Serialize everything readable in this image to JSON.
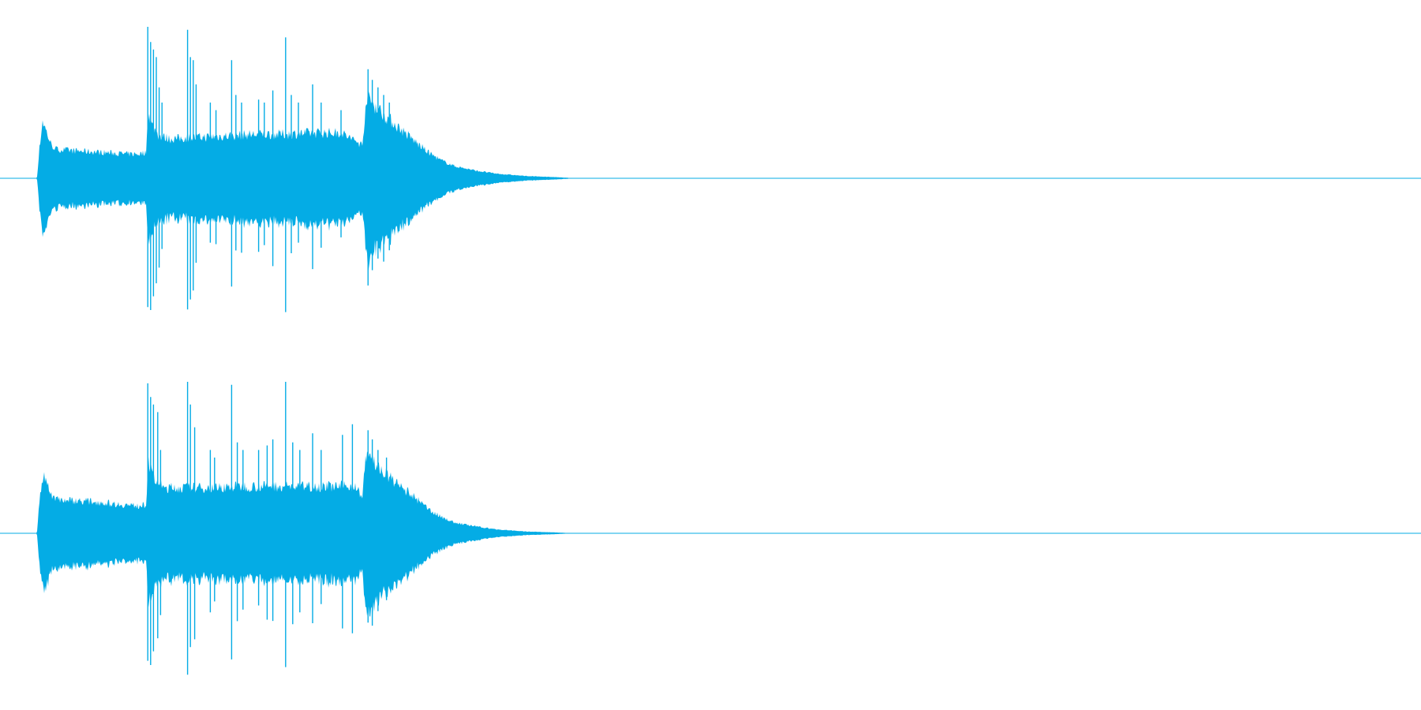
{
  "waveform": {
    "color": "#04ace5",
    "background": "#ffffff",
    "channels": [
      {
        "name": "channel-1",
        "envelope": [
          [
            0.0,
            0.0
          ],
          [
            0.026,
            0.0
          ],
          [
            0.028,
            0.22
          ],
          [
            0.03,
            0.38
          ],
          [
            0.033,
            0.3
          ],
          [
            0.036,
            0.22
          ],
          [
            0.04,
            0.19
          ],
          [
            0.055,
            0.18
          ],
          [
            0.075,
            0.17
          ],
          [
            0.09,
            0.16
          ],
          [
            0.097,
            0.16
          ],
          [
            0.103,
            0.17
          ],
          [
            0.104,
            0.45
          ],
          [
            0.107,
            0.35
          ],
          [
            0.112,
            0.28
          ],
          [
            0.12,
            0.26
          ],
          [
            0.14,
            0.27
          ],
          [
            0.16,
            0.28
          ],
          [
            0.18,
            0.29
          ],
          [
            0.2,
            0.29
          ],
          [
            0.22,
            0.3
          ],
          [
            0.24,
            0.3
          ],
          [
            0.255,
            0.22
          ],
          [
            0.258,
            0.55
          ],
          [
            0.262,
            0.5
          ],
          [
            0.27,
            0.42
          ],
          [
            0.28,
            0.34
          ],
          [
            0.29,
            0.26
          ],
          [
            0.3,
            0.18
          ],
          [
            0.31,
            0.12
          ],
          [
            0.32,
            0.08
          ],
          [
            0.335,
            0.05
          ],
          [
            0.35,
            0.03
          ],
          [
            0.37,
            0.015
          ],
          [
            0.39,
            0.008
          ],
          [
            0.4,
            0.003
          ],
          [
            0.402,
            0.0
          ],
          [
            1.0,
            0.0
          ]
        ],
        "spikes": [
          [
            0.104,
            1.0
          ],
          [
            0.106,
            0.9
          ],
          [
            0.108,
            0.85
          ],
          [
            0.11,
            0.8
          ],
          [
            0.112,
            0.6
          ],
          [
            0.114,
            0.5
          ],
          [
            0.132,
            0.98
          ],
          [
            0.134,
            0.8
          ],
          [
            0.136,
            0.78
          ],
          [
            0.138,
            0.62
          ],
          [
            0.148,
            0.5
          ],
          [
            0.152,
            0.45
          ],
          [
            0.163,
            0.78
          ],
          [
            0.166,
            0.55
          ],
          [
            0.17,
            0.5
          ],
          [
            0.182,
            0.52
          ],
          [
            0.186,
            0.5
          ],
          [
            0.192,
            0.58
          ],
          [
            0.201,
            0.93
          ],
          [
            0.205,
            0.55
          ],
          [
            0.21,
            0.5
          ],
          [
            0.22,
            0.62
          ],
          [
            0.226,
            0.5
          ],
          [
            0.24,
            0.45
          ],
          [
            0.259,
            0.72
          ],
          [
            0.262,
            0.65
          ],
          [
            0.266,
            0.6
          ],
          [
            0.27,
            0.55
          ],
          [
            0.274,
            0.5
          ]
        ]
      },
      {
        "name": "channel-2",
        "envelope": [
          [
            0.0,
            0.0
          ],
          [
            0.026,
            0.0
          ],
          [
            0.028,
            0.24
          ],
          [
            0.031,
            0.4
          ],
          [
            0.034,
            0.3
          ],
          [
            0.037,
            0.24
          ],
          [
            0.045,
            0.22
          ],
          [
            0.065,
            0.21
          ],
          [
            0.085,
            0.19
          ],
          [
            0.097,
            0.18
          ],
          [
            0.103,
            0.19
          ],
          [
            0.104,
            0.5
          ],
          [
            0.108,
            0.36
          ],
          [
            0.115,
            0.3
          ],
          [
            0.13,
            0.3
          ],
          [
            0.15,
            0.3
          ],
          [
            0.17,
            0.31
          ],
          [
            0.19,
            0.31
          ],
          [
            0.21,
            0.31
          ],
          [
            0.23,
            0.31
          ],
          [
            0.25,
            0.31
          ],
          [
            0.255,
            0.24
          ],
          [
            0.258,
            0.55
          ],
          [
            0.262,
            0.48
          ],
          [
            0.27,
            0.4
          ],
          [
            0.28,
            0.32
          ],
          [
            0.29,
            0.25
          ],
          [
            0.3,
            0.17
          ],
          [
            0.31,
            0.11
          ],
          [
            0.32,
            0.07
          ],
          [
            0.335,
            0.045
          ],
          [
            0.35,
            0.025
          ],
          [
            0.37,
            0.012
          ],
          [
            0.39,
            0.006
          ],
          [
            0.4,
            0.002
          ],
          [
            0.401,
            0.0
          ],
          [
            1.0,
            0.0
          ]
        ],
        "spikes": [
          [
            0.104,
            0.99
          ],
          [
            0.106,
            0.9
          ],
          [
            0.108,
            0.85
          ],
          [
            0.111,
            0.8
          ],
          [
            0.113,
            0.55
          ],
          [
            0.132,
            1.0
          ],
          [
            0.134,
            0.85
          ],
          [
            0.137,
            0.7
          ],
          [
            0.148,
            0.55
          ],
          [
            0.151,
            0.5
          ],
          [
            0.163,
            0.98
          ],
          [
            0.167,
            0.6
          ],
          [
            0.171,
            0.55
          ],
          [
            0.182,
            0.55
          ],
          [
            0.188,
            0.58
          ],
          [
            0.192,
            0.62
          ],
          [
            0.201,
            1.0
          ],
          [
            0.206,
            0.6
          ],
          [
            0.211,
            0.55
          ],
          [
            0.22,
            0.66
          ],
          [
            0.226,
            0.55
          ],
          [
            0.241,
            0.65
          ],
          [
            0.248,
            0.72
          ],
          [
            0.259,
            0.68
          ],
          [
            0.262,
            0.62
          ],
          [
            0.266,
            0.55
          ],
          [
            0.272,
            0.5
          ]
        ]
      }
    ]
  }
}
